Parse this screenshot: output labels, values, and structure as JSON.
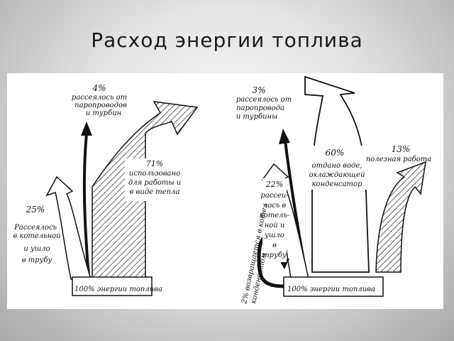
{
  "slide": {
    "title": "Расход энергии топлива"
  },
  "left_diagram": {
    "base_label": "100% энергии топлива",
    "flows": [
      {
        "id": "stack",
        "percent": 25,
        "percent_label": "25%",
        "lines": [
          "Рассеялось",
          "в котельной",
          "и ушло",
          "в трубу"
        ]
      },
      {
        "id": "pipes",
        "percent": 4,
        "percent_label": "4%",
        "lines": [
          "рассеялось от",
          "паропроводов",
          "и турбин"
        ]
      },
      {
        "id": "used",
        "percent": 71,
        "percent_label": "71%",
        "lines": [
          "использовано",
          "для работы и",
          "в виде тепла"
        ]
      }
    ]
  },
  "right_diagram": {
    "base_label": "100% энергии топлива",
    "returned_label": [
      "2% возвращается в котел",
      "конденсатом"
    ],
    "flows": [
      {
        "id": "boiler",
        "percent": 22,
        "percent_label": "22%",
        "lines": [
          "рассеи-",
          "лось в",
          "котель-",
          "ной и",
          "ушло",
          "в",
          "трубу"
        ]
      },
      {
        "id": "pipes",
        "percent": 3,
        "percent_label": "3%",
        "lines": [
          "рассеялось от",
          "паропровода",
          "и турбины"
        ]
      },
      {
        "id": "condenser",
        "percent": 60,
        "percent_label": "60%",
        "lines": [
          "отдано воде,",
          "охлаждающей",
          "конденсатор"
        ]
      },
      {
        "id": "useful",
        "percent": 13,
        "percent_label": "13%",
        "lines": [
          "полезная работа"
        ]
      }
    ]
  }
}
